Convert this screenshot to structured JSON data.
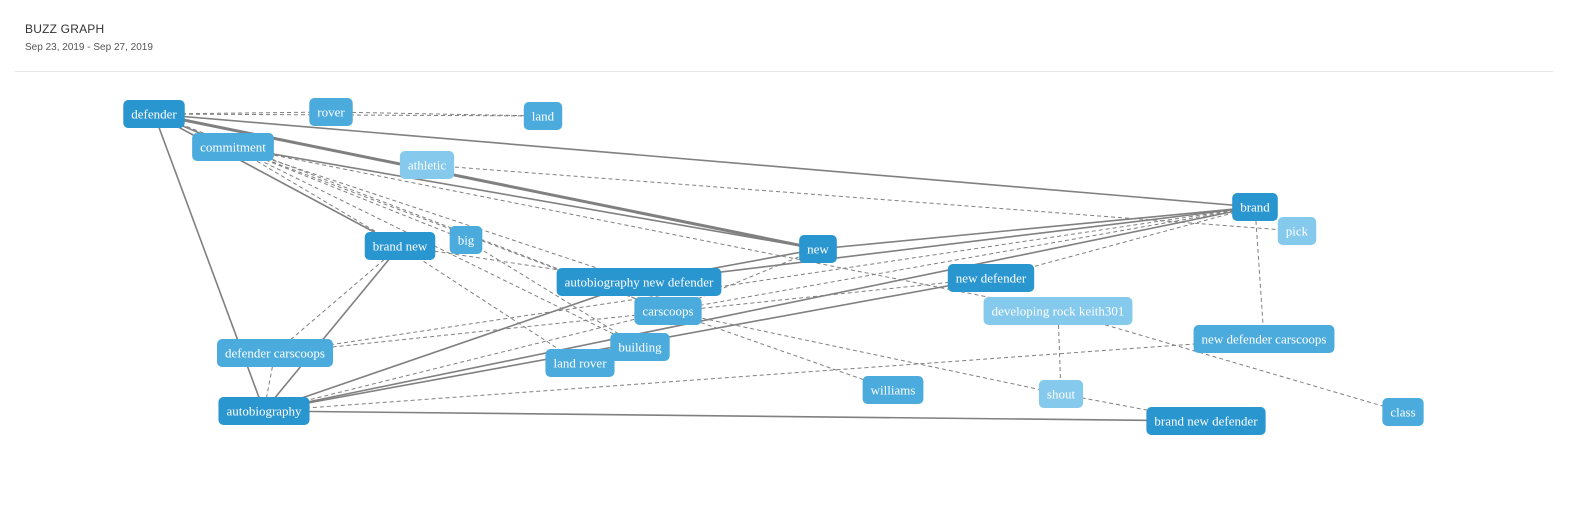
{
  "header": {
    "title": "BUZZ GRAPH",
    "date_range": "Sep 23, 2019 - Sep 27, 2019"
  },
  "palette": {
    "dark": "#2a96d0",
    "mid": "#4aabdc",
    "light": "#85c9ec",
    "edge": "#808080"
  },
  "graph": {
    "nodes": [
      {
        "id": "defender",
        "label": "defender",
        "tone": "dark"
      },
      {
        "id": "rover",
        "label": "rover",
        "tone": "mid"
      },
      {
        "id": "land",
        "label": "land",
        "tone": "mid"
      },
      {
        "id": "commitment",
        "label": "commitment",
        "tone": "mid"
      },
      {
        "id": "athletic",
        "label": "athletic",
        "tone": "light"
      },
      {
        "id": "brand",
        "label": "brand",
        "tone": "dark"
      },
      {
        "id": "pick",
        "label": "pick",
        "tone": "light"
      },
      {
        "id": "big",
        "label": "big",
        "tone": "mid"
      },
      {
        "id": "brand_new",
        "label": "brand new",
        "tone": "dark"
      },
      {
        "id": "new",
        "label": "new",
        "tone": "dark"
      },
      {
        "id": "autobiography_new_defender",
        "label": "autobiography new defender",
        "tone": "dark"
      },
      {
        "id": "new_defender",
        "label": "new defender",
        "tone": "dark"
      },
      {
        "id": "carscoops",
        "label": "carscoops",
        "tone": "mid"
      },
      {
        "id": "developing_rock_keith301",
        "label": "developing rock keith301",
        "tone": "light"
      },
      {
        "id": "new_defender_carscoops",
        "label": "new defender carscoops",
        "tone": "mid"
      },
      {
        "id": "defender_carscoops",
        "label": "defender carscoops",
        "tone": "mid"
      },
      {
        "id": "building",
        "label": "building",
        "tone": "mid"
      },
      {
        "id": "land_rover",
        "label": "land rover",
        "tone": "mid"
      },
      {
        "id": "williams",
        "label": "williams",
        "tone": "mid"
      },
      {
        "id": "shout",
        "label": "shout",
        "tone": "light"
      },
      {
        "id": "autobiography",
        "label": "autobiography",
        "tone": "dark"
      },
      {
        "id": "brand_new_defender",
        "label": "brand new defender",
        "tone": "dark"
      },
      {
        "id": "class",
        "label": "class",
        "tone": "mid"
      }
    ],
    "edges": [
      {
        "s": "defender",
        "t": "rover",
        "style": "dashed"
      },
      {
        "s": "defender",
        "t": "land",
        "style": "dashed"
      },
      {
        "s": "rover",
        "t": "land",
        "style": "dashed"
      },
      {
        "s": "defender",
        "t": "brand",
        "style": "solid"
      },
      {
        "s": "defender",
        "t": "new",
        "style": "solid",
        "weight": 3
      },
      {
        "s": "defender",
        "t": "autobiography",
        "style": "solid"
      },
      {
        "s": "defender",
        "t": "brand_new",
        "style": "solid"
      },
      {
        "s": "defender",
        "t": "commitment",
        "style": "solid"
      },
      {
        "s": "defender",
        "t": "carscoops",
        "style": "dashed"
      },
      {
        "s": "commitment",
        "t": "new",
        "style": "solid"
      },
      {
        "s": "commitment",
        "t": "brand_new",
        "style": "dashed"
      },
      {
        "s": "commitment",
        "t": "big",
        "style": "dashed"
      },
      {
        "s": "commitment",
        "t": "autobiography_new_defender",
        "style": "dashed"
      },
      {
        "s": "commitment",
        "t": "building",
        "style": "dashed"
      },
      {
        "s": "commitment",
        "t": "carscoops",
        "style": "dashed"
      },
      {
        "s": "commitment",
        "t": "developing_rock_keith301",
        "style": "dashed"
      },
      {
        "s": "athletic",
        "t": "pick",
        "style": "dashed"
      },
      {
        "s": "brand",
        "t": "pick",
        "style": "dashed"
      },
      {
        "s": "brand",
        "t": "new",
        "style": "solid"
      },
      {
        "s": "brand",
        "t": "autobiography_new_defender",
        "style": "solid"
      },
      {
        "s": "brand",
        "t": "autobiography",
        "style": "solid"
      },
      {
        "s": "brand",
        "t": "carscoops",
        "style": "dashed"
      },
      {
        "s": "brand",
        "t": "defender_carscoops",
        "style": "dashed"
      },
      {
        "s": "brand",
        "t": "new_defender_carscoops",
        "style": "dashed"
      },
      {
        "s": "brand",
        "t": "new_defender",
        "style": "dashed"
      },
      {
        "s": "brand_new",
        "t": "autobiography_new_defender",
        "style": "dashed"
      },
      {
        "s": "brand_new",
        "t": "defender_carscoops",
        "style": "dashed"
      },
      {
        "s": "brand_new",
        "t": "autobiography",
        "style": "solid"
      },
      {
        "s": "brand_new",
        "t": "land_rover",
        "style": "dashed"
      },
      {
        "s": "big",
        "t": "building",
        "style": "dashed"
      },
      {
        "s": "new",
        "t": "autobiography_new_defender",
        "style": "solid"
      },
      {
        "s": "new",
        "t": "carscoops",
        "style": "dashed"
      },
      {
        "s": "new_defender",
        "t": "autobiography",
        "style": "solid"
      },
      {
        "s": "new_defender",
        "t": "defender_carscoops",
        "style": "dashed"
      },
      {
        "s": "autobiography_new_defender",
        "t": "autobiography",
        "style": "solid"
      },
      {
        "s": "carscoops",
        "t": "autobiography",
        "style": "dashed"
      },
      {
        "s": "carscoops",
        "t": "williams",
        "style": "dashed"
      },
      {
        "s": "carscoops",
        "t": "shout",
        "style": "dashed"
      },
      {
        "s": "developing_rock_keith301",
        "t": "shout",
        "style": "dashed"
      },
      {
        "s": "developing_rock_keith301",
        "t": "class",
        "style": "dashed"
      },
      {
        "s": "defender_carscoops",
        "t": "autobiography",
        "style": "dashed"
      },
      {
        "s": "autobiography",
        "t": "brand_new_defender",
        "style": "solid"
      },
      {
        "s": "autobiography",
        "t": "new_defender_carscoops",
        "style": "dashed"
      },
      {
        "s": "shout",
        "t": "brand_new_defender",
        "style": "dashed"
      }
    ]
  }
}
